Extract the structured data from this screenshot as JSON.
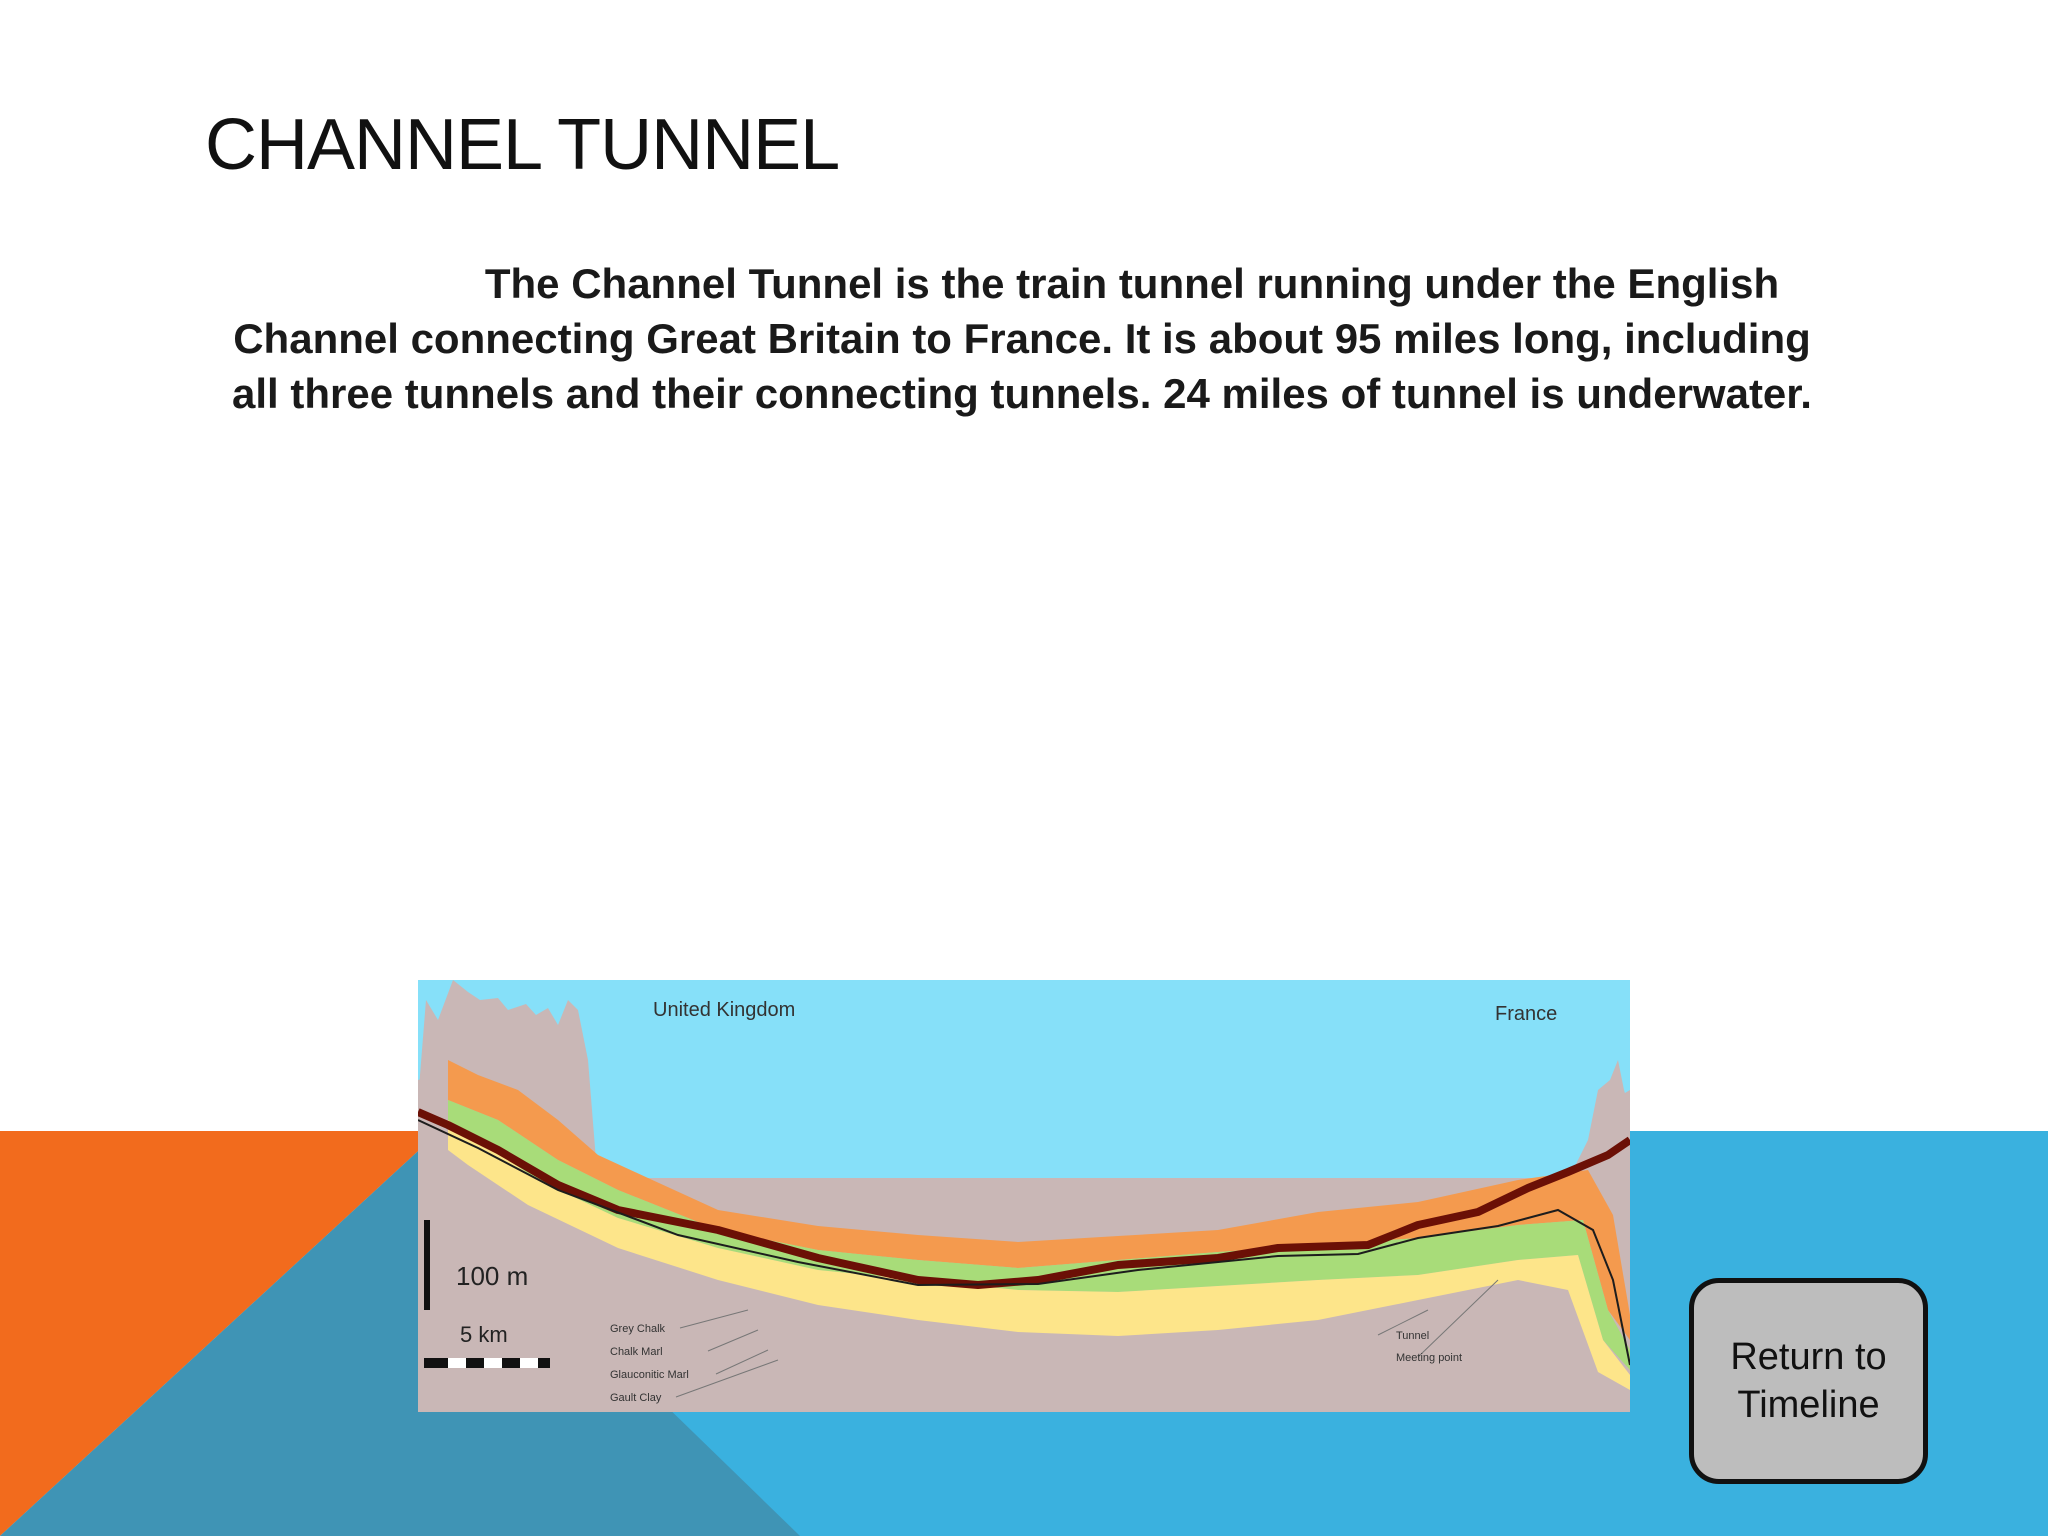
{
  "slide": {
    "title": "CHANNEL TUNNEL",
    "body": "The Channel Tunnel is the train tunnel running under the English Channel connecting Great Britain to France. It is about 95 miles long, including all three tunnels and their connecting tunnels. 24 miles of tunnel is underwater."
  },
  "colors": {
    "orange_panel": "#f26b1d",
    "blue_panel": "#3ab1df",
    "teal_panel": "#3f94b5",
    "button_fill": "#bdbdbd"
  },
  "figure": {
    "label_uk": "United Kingdom",
    "label_france": "France",
    "scale_vertical": "100 m",
    "scale_horizontal": "5 km",
    "legend_left": [
      "Grey Chalk",
      "Chalk Marl",
      "Glauconitic Marl",
      "Gault Clay"
    ],
    "legend_right": [
      "Tunnel",
      "Meeting point"
    ]
  },
  "nav": {
    "return_label": "Return to Timeline"
  }
}
